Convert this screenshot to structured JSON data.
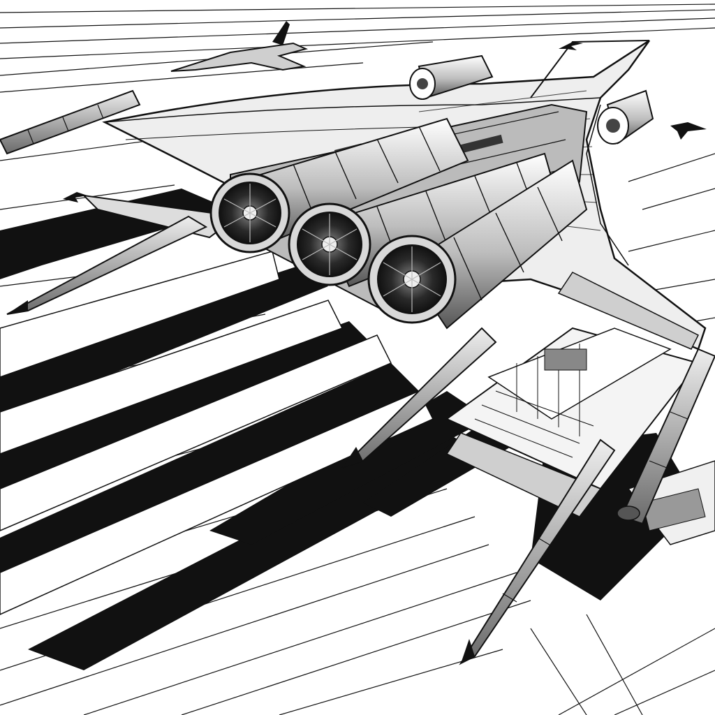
{
  "illustration": {
    "style": "black-and-white ink drawing",
    "colors": {
      "ink": "#111111",
      "paper": "#ffffff",
      "mid": "#9a9a9a",
      "light": "#d9d9d9"
    },
    "subjects": [
      "delta-wing-aircraft",
      "three-jet-engines",
      "missiles",
      "escort-jets",
      "hangar-complex",
      "speed-lines"
    ]
  }
}
